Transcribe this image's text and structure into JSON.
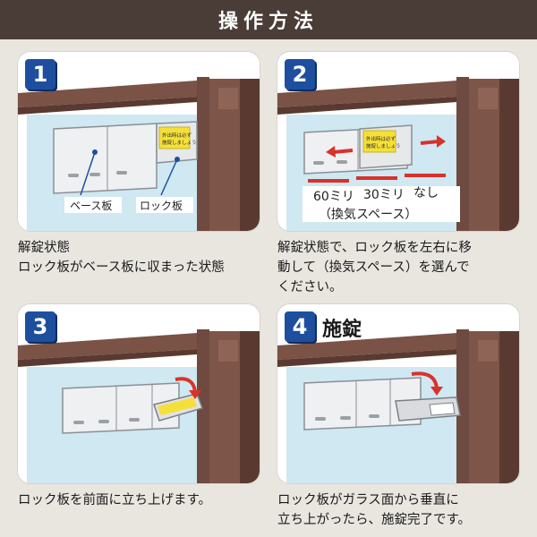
{
  "header": {
    "title": "操作方法"
  },
  "steps": [
    {
      "number": "1",
      "caption_lines": [
        "解錠状態",
        "ロック板がベース板に収まった状態"
      ],
      "labels": {
        "base": "ベース板",
        "lock": "ロック板"
      },
      "sticker": [
        "外出時は必ず",
        "施錠しましょう"
      ]
    },
    {
      "number": "2",
      "caption_lines": [
        "解錠状態で、ロック板を左右に移",
        "動して（換気スペース）を選んで",
        "ください。"
      ],
      "labels": {
        "sixty": "60ミリ",
        "thirty": "30ミリ",
        "none": "なし",
        "vent": "（換気スペース）"
      },
      "sticker": [
        "外出時は必ず",
        "施錠しましょう"
      ]
    },
    {
      "number": "3",
      "caption_lines": [
        "ロック板を前面に立ち上げます。"
      ]
    },
    {
      "number": "4",
      "title": "施錠",
      "caption_lines": [
        "ロック板がガラス面から垂直に",
        "立ち上がったら、施錠完了です。"
      ]
    }
  ],
  "colors": {
    "header_bg": "#4a3c36",
    "badge": "#1e4f9e",
    "frame": "#6e4a40",
    "glass": "#cfe8f2",
    "arrow_red": "#d9322a"
  }
}
